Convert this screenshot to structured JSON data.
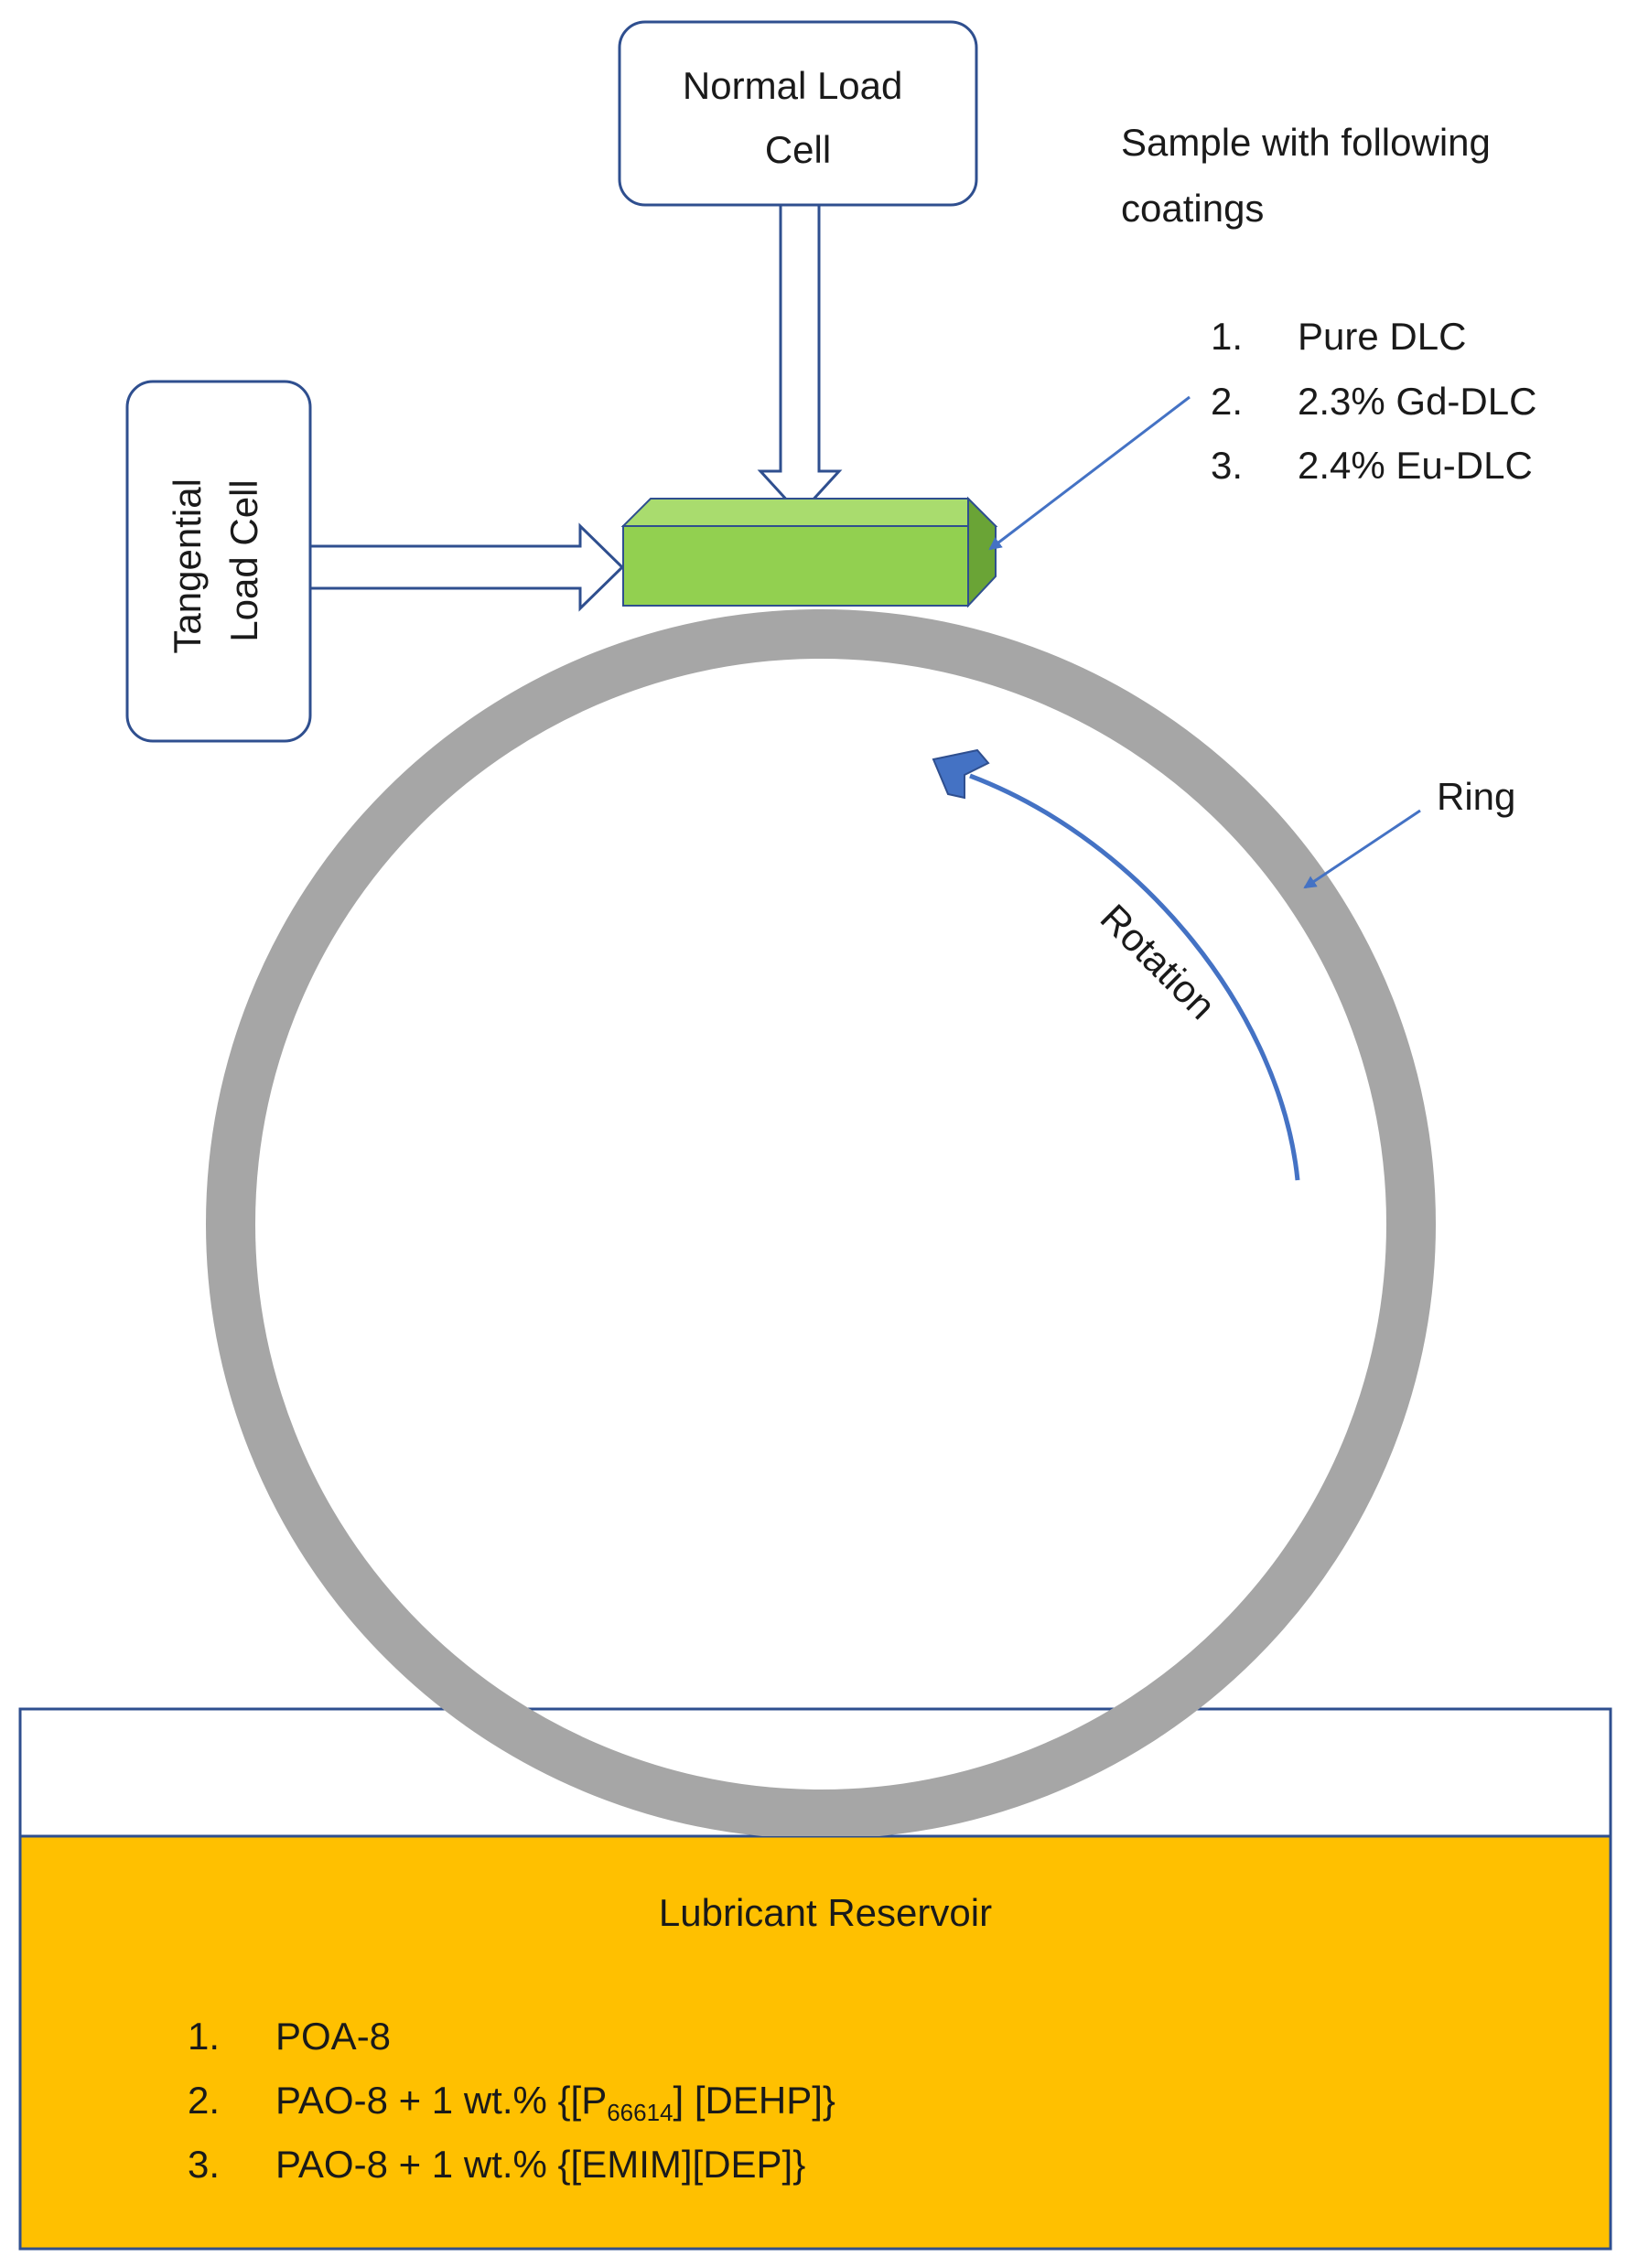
{
  "normal_load_cell": {
    "line1": "Normal Load",
    "line2": "Cell"
  },
  "tangential_load_cell": {
    "line1": "Tangential",
    "line2": "Load Cell"
  },
  "sample": {
    "heading_line1": "Sample with following",
    "heading_line2": "coatings",
    "coatings": [
      {
        "num": "1.",
        "text": "Pure DLC"
      },
      {
        "num": "2.",
        "text": "2.3% Gd-DLC"
      },
      {
        "num": "3.",
        "text": "2.4% Eu-DLC"
      }
    ]
  },
  "ring_label": "Ring",
  "rotation_label": "Rotation",
  "reservoir": {
    "title": "Lubricant Reservoir",
    "items": [
      {
        "num": "1.",
        "text": "POA-8"
      },
      {
        "num": "2.",
        "text_before": "PAO-8 + 1 wt.% {[P",
        "subscript": "66614",
        "text_after": "] [DEHP]}"
      },
      {
        "num": "3.",
        "text": "PAO-8 + 1 wt.% {[EMIM][DEP]}"
      }
    ]
  },
  "colors": {
    "box_stroke": "#2f4f8f",
    "sample_fill": "#92d050",
    "sample_top": "#a9dc6e",
    "sample_side": "#6aa436",
    "ring": "#a6a6a6",
    "reservoir": "#ffc000",
    "arrow_blue": "#4472c4"
  }
}
